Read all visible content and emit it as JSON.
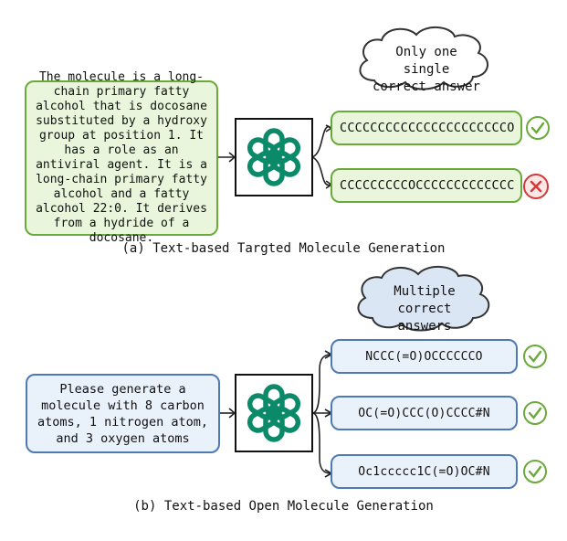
{
  "panel_a": {
    "prompt": "The molecule is a long-chain primary fatty alcohol that is docosane substituted by a hydroxy group at position 1. It has a role as an antiviral agent. It is a long-chain primary fatty alcohol and a fatty alcohol 22:0. It derives from a hydride of a docosane.",
    "cloud_line1": "Only one single",
    "cloud_line2": "correct answer",
    "answers": [
      "CCCCCCCCCCCCCCCCCCCCCCO",
      "CCCCCCCCCOCCCCCCCCCCCCC"
    ],
    "answer_status": [
      "correct",
      "incorrect"
    ],
    "caption": "(a) Text-based Targted Molecule Generation"
  },
  "panel_b": {
    "prompt": "Please generate a molecule with 8 carbon atoms, 1 nitrogen atom, and 3 oxygen atoms",
    "cloud_line1": "Multiple correct",
    "cloud_line2": "answers",
    "answers": [
      "NCCC(=O)OCCCCCCO",
      "OC(=O)CCC(O)CCCC#N",
      "Oc1ccccc1C(=O)OC#N"
    ],
    "answer_status": [
      "correct",
      "correct",
      "correct"
    ],
    "caption": "(b) Text-based Open Molecule Generation"
  },
  "colors": {
    "panel_a_fill": "#eaf6dc",
    "panel_a_border": "#6aaa3a",
    "panel_b_fill": "#e9f1fb",
    "panel_b_border": "#4f79b3",
    "correct": "#6aaa3a",
    "incorrect": "#d23a3a"
  },
  "icons": {
    "model": "openai-logo-icon",
    "correct": "check-circle-icon",
    "incorrect": "x-circle-icon"
  }
}
